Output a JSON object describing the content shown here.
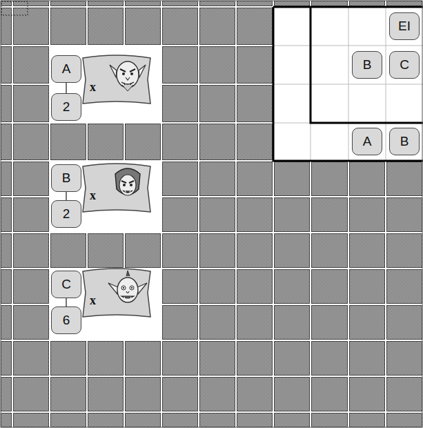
{
  "diagram": {
    "nodes": [
      {
        "text": [
          "EI"
        ]
      },
      {
        "text": [
          "B"
        ]
      },
      {
        "text": [
          "C"
        ]
      },
      {
        "text": [
          "A"
        ]
      },
      {
        "text": [
          "x"
        ]
      },
      {
        "text": [
          "2"
        ]
      },
      {
        "text": [
          "A"
        ]
      },
      {
        "text": [
          "B"
        ]
      },
      {
        "text": [
          "B"
        ]
      },
      {
        "text": [
          "x"
        ]
      },
      {
        "text": [
          "2"
        ]
      },
      {
        "text": [
          "C"
        ]
      },
      {
        "text": [
          "x"
        ]
      },
      {
        "text": [
          "6"
        ]
      }
    ]
  }
}
